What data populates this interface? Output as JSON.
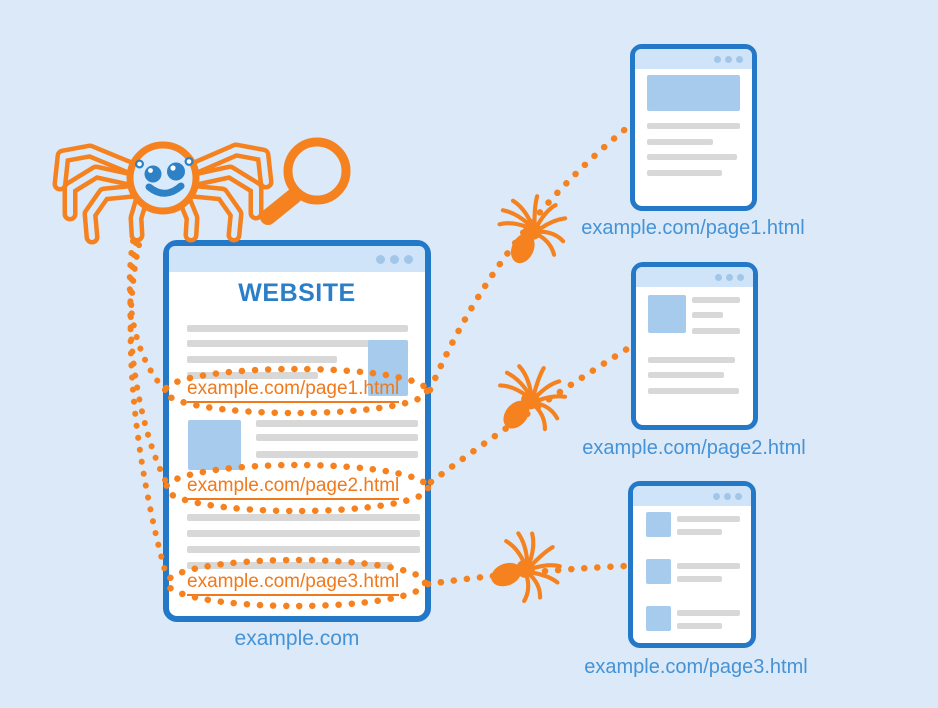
{
  "main_window": {
    "title": "WEBSITE",
    "caption": "example.com",
    "links": [
      {
        "label": "example.com/page1.html"
      },
      {
        "label": "example.com/page2.html"
      },
      {
        "label": "example.com/page3.html"
      }
    ]
  },
  "pages": [
    {
      "label": "example.com/page1.html"
    },
    {
      "label": "example.com/page2.html"
    },
    {
      "label": "example.com/page3.html"
    }
  ],
  "icons": {
    "crawler": "spider-icon",
    "magnifier": "magnifying-glass-icon",
    "path_spiders": "spider-icon",
    "window_controls": "three-dots-icon"
  },
  "colors": {
    "background": "#dbe9f8",
    "accent_orange": "#f5821f",
    "window_border_blue": "#2478c8",
    "titlebar_blue": "#cfe4f8",
    "heading_blue": "#2b7fc9",
    "label_blue": "#4593d6",
    "link_orange": "#f0791c",
    "placeholder_gray": "#d8d8d8",
    "image_placeholder_blue": "#a6cbec",
    "spider_body_blue": "#d8eafc",
    "spider_face_blue": "#2e81c4"
  }
}
